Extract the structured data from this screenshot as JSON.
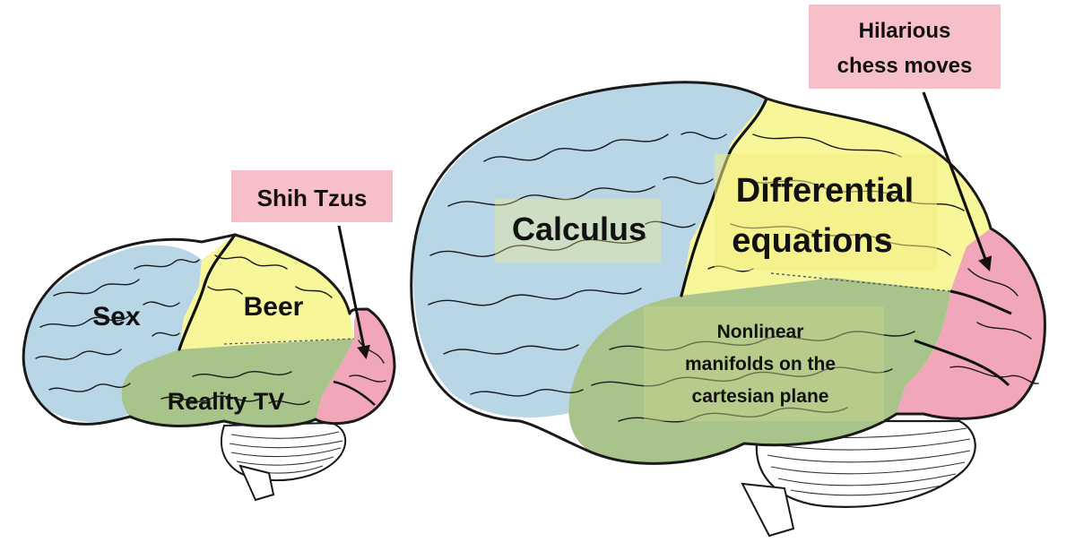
{
  "colors": {
    "frontal": "#b8d6e6",
    "parietal": "#f7f79a",
    "temporal": "#a8c48a",
    "occipital": "#f2a6ba",
    "callout_bg": "#f7c0c8",
    "label_highlight": "#f4ee85",
    "outline": "#1a1a1a",
    "cerebellum": "#ffffff"
  },
  "small_brain": {
    "frontal_label": "Sex",
    "parietal_label": "Beer",
    "temporal_label": "Reality TV",
    "occipital_callout": "Shih Tzus"
  },
  "large_brain": {
    "frontal_label": "Calculus",
    "parietal_label_line1": "Differential",
    "parietal_label_line2": "equations",
    "temporal_label_line1": "Nonlinear",
    "temporal_label_line2": "manifolds on the",
    "temporal_label_line3": "cartesian plane",
    "occipital_callout_line1": "Hilarious",
    "occipital_callout_line2": "chess moves"
  }
}
